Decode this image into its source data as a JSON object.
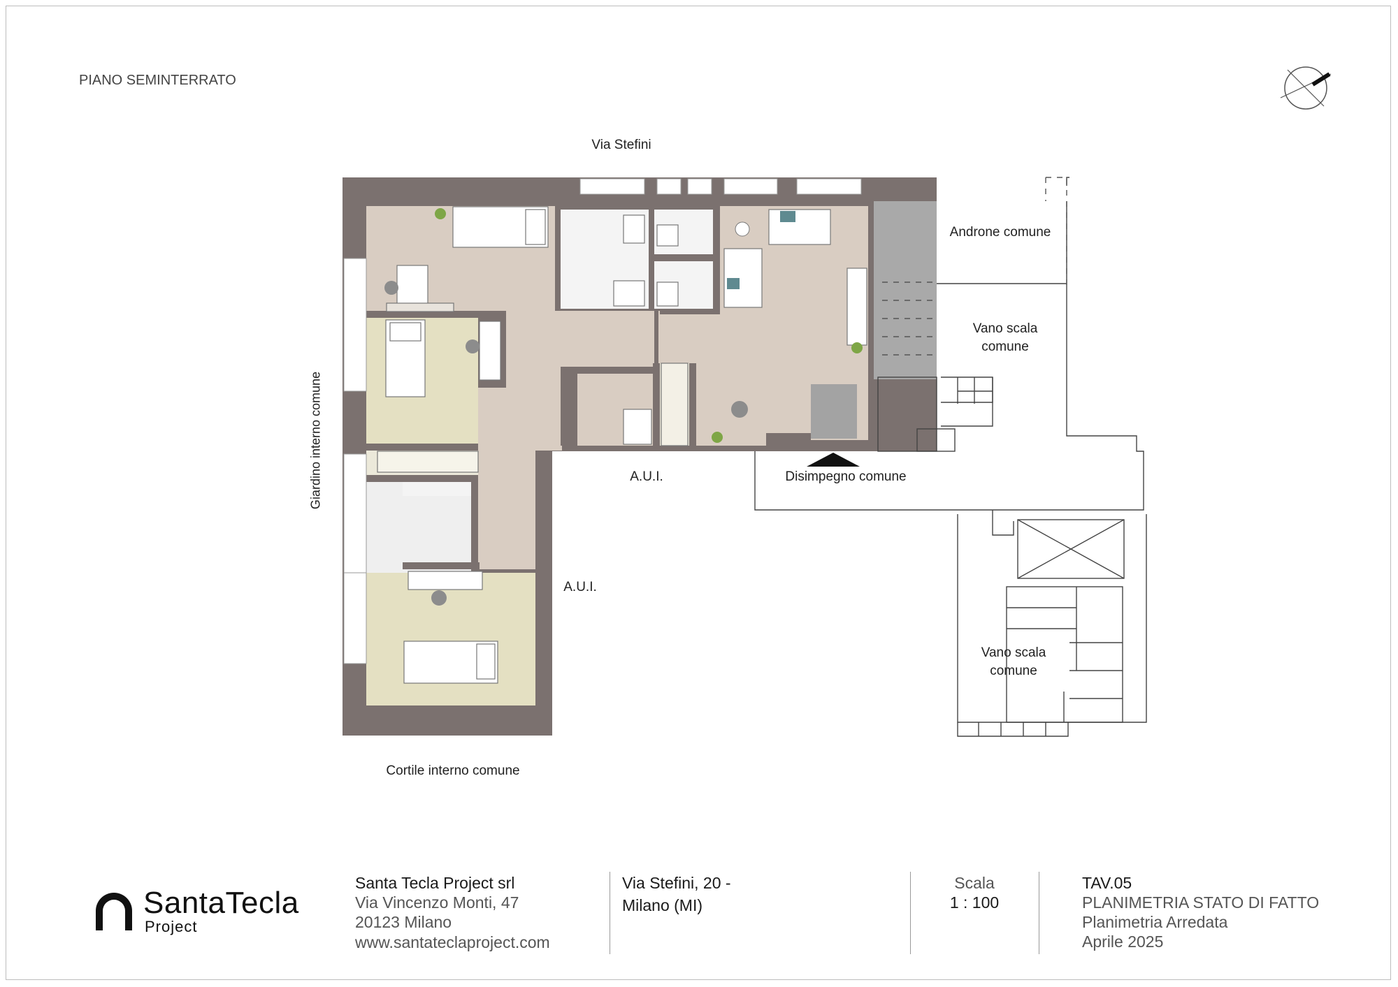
{
  "header": {
    "floor_title": "PIANO SEMINTERRATO"
  },
  "plan_labels": {
    "street_top": "Via Stefini",
    "androne": "Androne comune",
    "vano_scala_1_l1": "Vano scala",
    "vano_scala_1_l2": "comune",
    "giardino": "Giardino  interno comune",
    "aui_1": "A.U.I.",
    "aui_2": "A.U.I.",
    "disimpegno": "Disimpegno comune",
    "vano_scala_2_l1": "Vano scala",
    "vano_scala_2_l2": "comune",
    "cortile": "Cortile interno comune"
  },
  "title_block": {
    "logo_main": "SantaTecla",
    "logo_sub": "Project",
    "company_name": "Santa Tecla Project srl",
    "company_address": "Via Vincenzo Monti, 47",
    "company_city": "20123 Milano",
    "company_web": "www.santateclaproject.com",
    "site_line1": "Via Stefini, 20 -",
    "site_line2": "Milano (MI)",
    "scale_label": "Scala",
    "scale_value": "1 : 100",
    "sheet_code": "TAV.05",
    "sheet_title": "PLANIMETRIA STATO DI FATTO",
    "sheet_subtitle": "Planimetria Arredata",
    "sheet_date": "Aprile 2025"
  },
  "colors": {
    "wall": "#7b716f",
    "wood_floor": "#d9cdc2",
    "bedroom_yellow": "#e4e0c2",
    "tile_grey": "#a3a3a3",
    "bathroom_white": "#f4f4f4",
    "text": "#2a2a2a"
  },
  "icons": [
    "north-arrow-icon",
    "entrance-triangle-icon",
    "santatecla-logo-icon"
  ]
}
